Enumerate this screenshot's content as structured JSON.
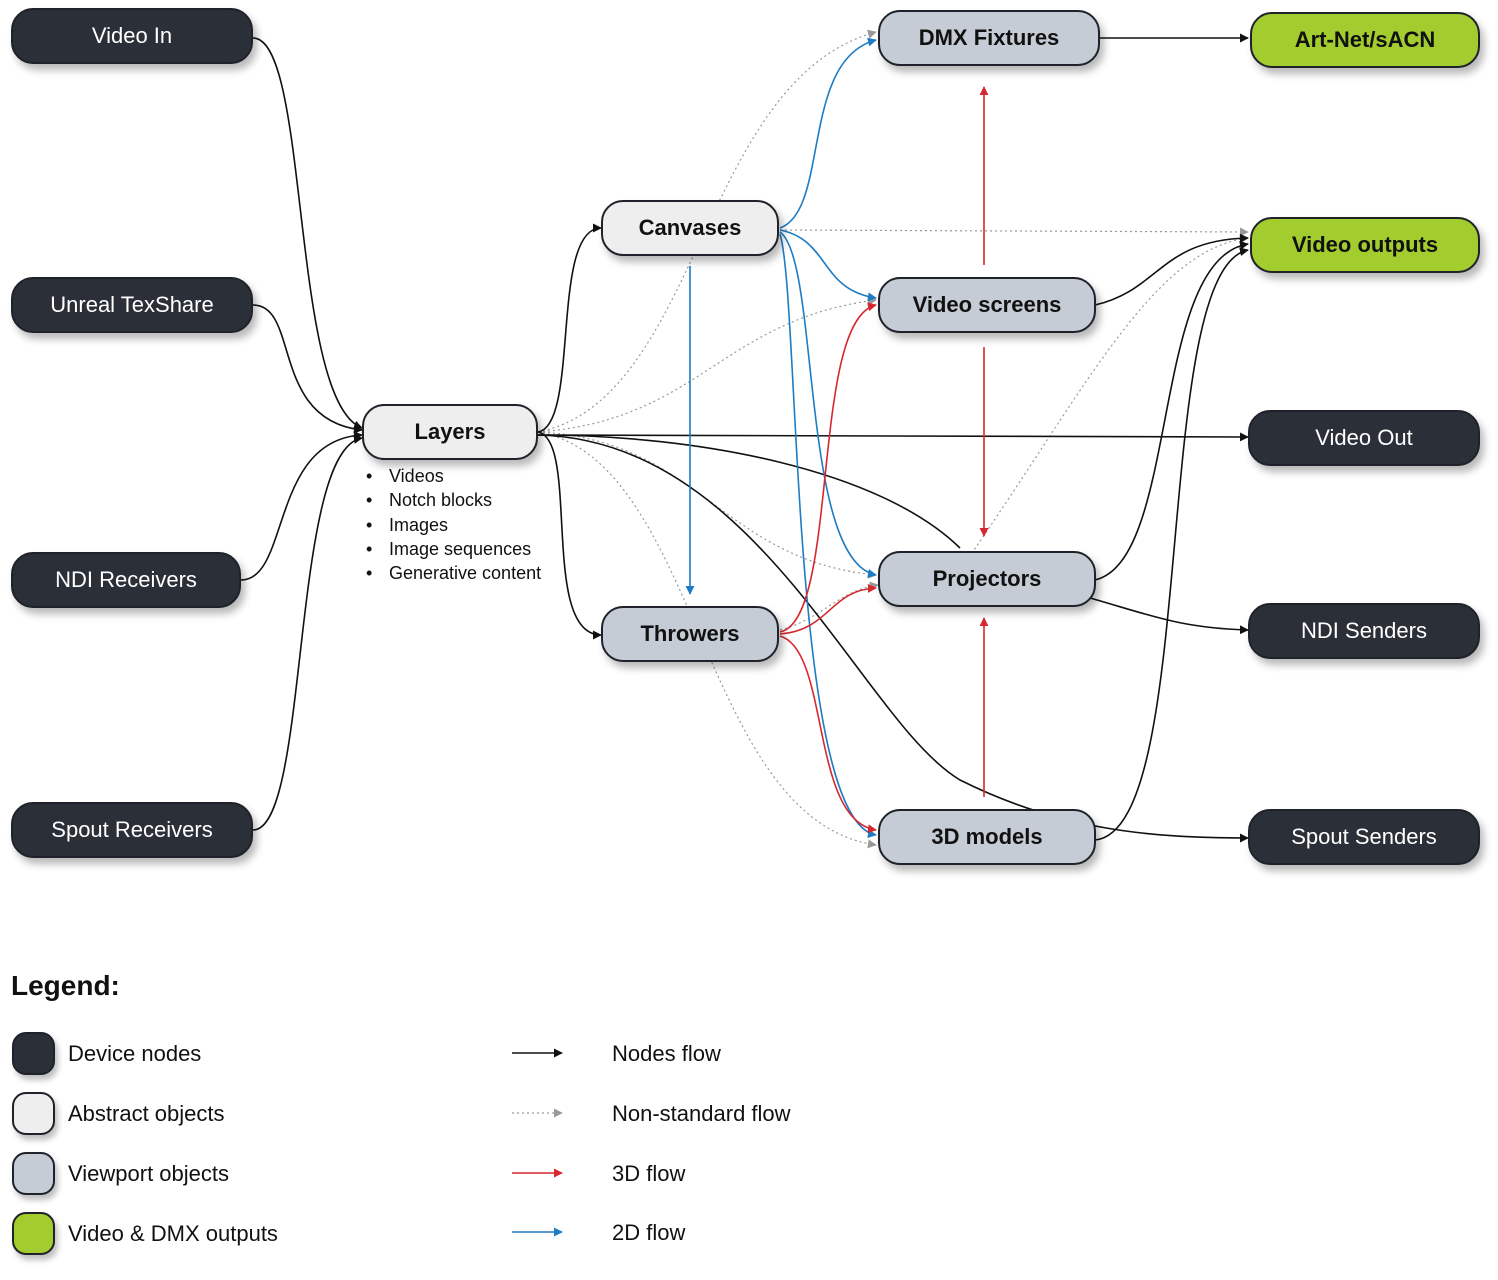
{
  "nodes": {
    "video_in": "Video In",
    "unreal_texshare": "Unreal TexShare",
    "ndi_receivers": "NDI Receivers",
    "spout_receivers": "Spout Receivers",
    "layers": "Layers",
    "canvases": "Canvases",
    "throwers": "Throwers",
    "dmx_fixtures": "DMX Fixtures",
    "video_screens": "Video screens",
    "projectors": "Projectors",
    "models_3d": "3D models",
    "artnet_sacn": "Art-Net/sACN",
    "video_outputs": "Video outputs",
    "video_out": "Video Out",
    "ndi_senders": "NDI Senders",
    "spout_senders": "Spout Senders"
  },
  "layer_contents": [
    "Videos",
    "Notch blocks",
    "Images",
    "Image sequences",
    "Generative content"
  ],
  "legend": {
    "title": "Legend:",
    "node_types": [
      {
        "label": "Device nodes",
        "color": "#2b2f38"
      },
      {
        "label": "Abstract objects",
        "color": "#eeeeee"
      },
      {
        "label": "Viewport objects",
        "color": "#c5ccd6"
      },
      {
        "label": "Video & DMX outputs",
        "color": "#a3cc2e"
      }
    ],
    "flow_types": [
      {
        "label": "Nodes flow",
        "color": "#111111",
        "style": "solid"
      },
      {
        "label": "Non-standard flow",
        "color": "#999999",
        "style": "dotted"
      },
      {
        "label": "3D flow",
        "color": "#d6282e",
        "style": "solid"
      },
      {
        "label": "2D flow",
        "color": "#1e7cc4",
        "style": "solid"
      }
    ]
  },
  "colors": {
    "device": "#2b2f38",
    "abstract": "#eeeeee",
    "viewport": "#c5ccd6",
    "output": "#a3cc2e",
    "nodes_flow": "#111111",
    "non_standard_flow": "#999999",
    "flow_3d": "#d6282e",
    "flow_2d": "#1e7cc4"
  }
}
